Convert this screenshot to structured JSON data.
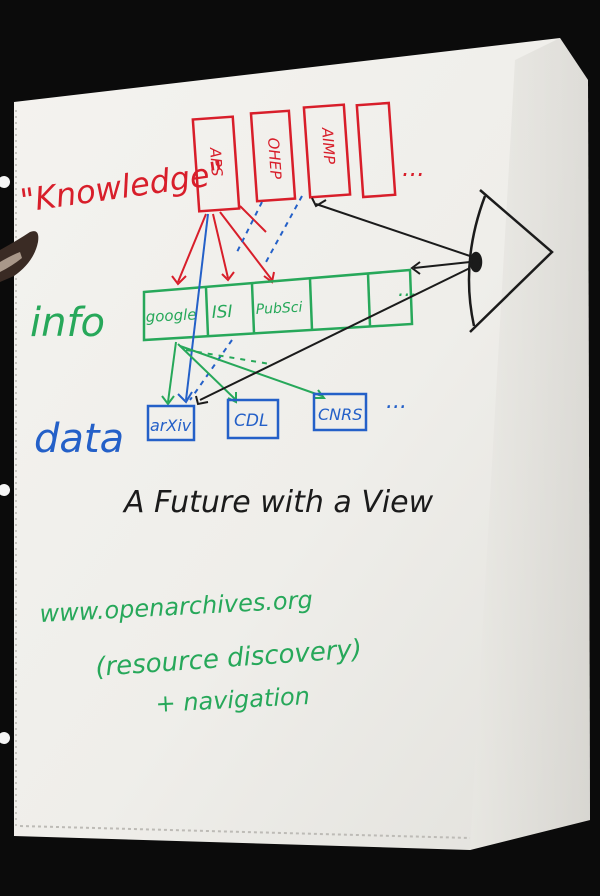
{
  "colors": {
    "red": "#d81e2a",
    "green": "#27a85a",
    "blue": "#2460c8",
    "black": "#1b1b1b",
    "board": "#f1f0ec",
    "shadow": "#050505"
  },
  "rows": {
    "knowledge": "\"Knowledge\"",
    "info": "info",
    "data": "data"
  },
  "knowledge_boxes": [
    "APS",
    "OHEP",
    "AIMP"
  ],
  "info_boxes": [
    "google",
    "ISI",
    "PubSci"
  ],
  "data_boxes": [
    "arXiv",
    "CDL",
    "CNRS"
  ],
  "ellipsis": "...",
  "title": "A Future with a View",
  "url": "www.openarchives.org",
  "note_line1": "(resource discovery)",
  "note_line2": "+ navigation",
  "icons": [
    "eye-icon"
  ]
}
